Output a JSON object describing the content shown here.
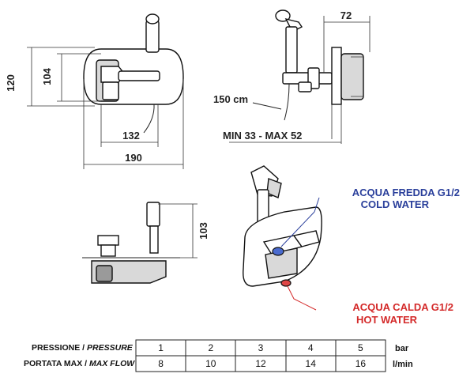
{
  "dimensions": {
    "top_left_height_outer": "120",
    "top_left_height_inner": "104",
    "top_left_width_inner": "132",
    "top_left_width_outer": "190",
    "top_right_depth": "72",
    "hose_length": "150 cm",
    "depth_range": "MIN 33 -  MAX 52",
    "bottom_left_height": "103"
  },
  "labels": {
    "cold_water_it": "ACQUA FREDDA  G1/2",
    "cold_water_en": "COLD WATER",
    "hot_water_it": "ACQUA CALDA  G1/2",
    "hot_water_en": "HOT WATER"
  },
  "table": {
    "row1_label": "PRESSIONE / ",
    "row1_label_en": "PRESSURE",
    "row2_label": "PORTATA MAX / ",
    "row2_label_en": "MAX FLOW",
    "pressure": [
      "1",
      "2",
      "3",
      "4",
      "5"
    ],
    "flow": [
      "8",
      "10",
      "12",
      "14",
      "16"
    ],
    "pressure_unit": "bar",
    "flow_unit": "l/min"
  }
}
